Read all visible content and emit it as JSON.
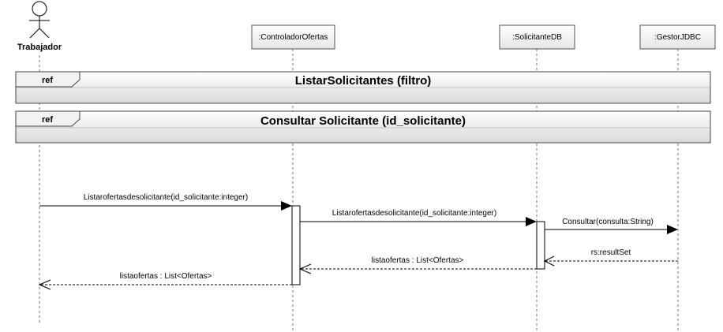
{
  "actor": {
    "name": "Trabajador"
  },
  "lifelines": [
    {
      "id": "controlador",
      "label": ":ControladorOfertas"
    },
    {
      "id": "solicitantedb",
      "label": ":SolicitanteDB"
    },
    {
      "id": "gestor",
      "label": ":GestorJDBC"
    }
  ],
  "refs": [
    {
      "tag": "ref",
      "title": "ListarSolicitantes (filtro)"
    },
    {
      "tag": "ref",
      "title": "Consultar Solicitante (id_solicitante)"
    }
  ],
  "messages": [
    {
      "id": "m1",
      "label": "Listarofertasdesolicitante(id_solicitante:integer)",
      "type": "sync"
    },
    {
      "id": "m2",
      "label": "Listarofertasdesolicitante(id_solicitante:integer)",
      "type": "sync"
    },
    {
      "id": "m3",
      "label": "Consultar(consulta:String)",
      "type": "sync"
    },
    {
      "id": "m4",
      "label": "rs:resultSet",
      "type": "return"
    },
    {
      "id": "m5",
      "label": "listaofertas : List<Ofertas>",
      "type": "return"
    },
    {
      "id": "m6",
      "label": "listaofertas : List<Ofertas>",
      "type": "return"
    }
  ]
}
